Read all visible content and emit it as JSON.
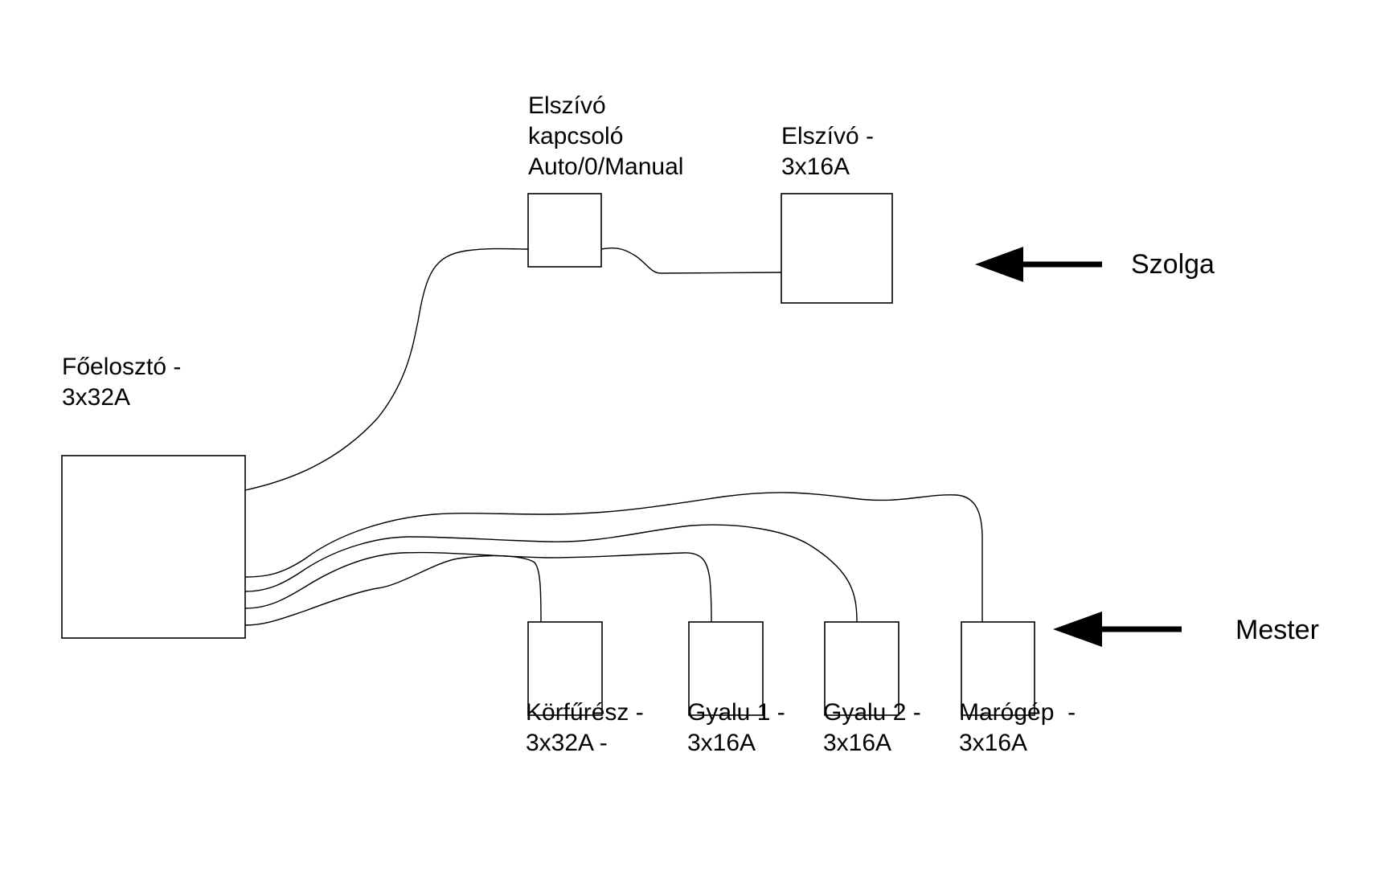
{
  "nodes": {
    "main_distributor": {
      "label_line1": "Főelosztó -",
      "label_line2": "3x32A"
    },
    "extractor_switch": {
      "label_line1": "Elszívó",
      "label_line2": "kapcsoló",
      "label_line3": "Auto/0/Manual"
    },
    "extractor": {
      "label_line1": "Elszívó -",
      "label_line2": "3x16A"
    },
    "circular_saw": {
      "label_line1": "Körfűrész -",
      "label_line2": "3x32A -"
    },
    "planer_1": {
      "label_line1": "Gyalu 1 -",
      "label_line2": "3x16A"
    },
    "planer_2": {
      "label_line1": "Gyalu 2 -",
      "label_line2": "3x16A"
    },
    "router": {
      "label_line1": "Marógép  -",
      "label_line2": "3x16A"
    }
  },
  "connections": [
    {
      "from": "main_distributor",
      "to": "extractor_switch"
    },
    {
      "from": "extractor_switch",
      "to": "extractor"
    },
    {
      "from": "main_distributor",
      "to": "circular_saw"
    },
    {
      "from": "main_distributor",
      "to": "planer_1"
    },
    {
      "from": "main_distributor",
      "to": "planer_2"
    },
    {
      "from": "main_distributor",
      "to": "router"
    }
  ],
  "annotations": {
    "slave": {
      "label": "Szolga",
      "points_to": "extractor",
      "icon": "arrow-left-icon"
    },
    "master": {
      "label": "Mester",
      "points_to": "machines-row",
      "icon": "arrow-left-icon"
    }
  }
}
